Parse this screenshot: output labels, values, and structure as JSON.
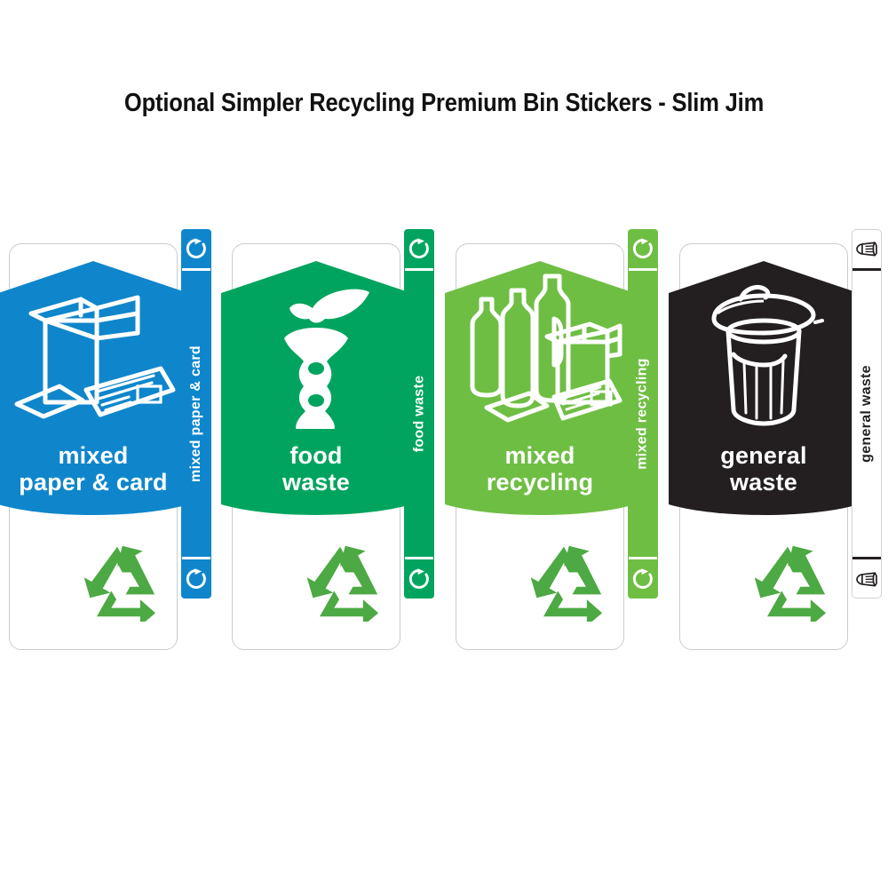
{
  "page": {
    "title": "Optional Simpler Recycling Premium Bin Stickers - Slim Jim",
    "background_color": "#ffffff",
    "title_color": "#111111"
  },
  "palette": {
    "mixed_paper_blue": "#0F86CC",
    "food_waste_green": "#01A45E",
    "mixed_recycling_green": "#6FBE44",
    "general_waste_black": "#231F20",
    "mobius_green": "#4CA943",
    "card_white": "#ffffff",
    "card_border": "#c9cccf"
  },
  "stickers": [
    {
      "id": "mixed-paper-and-card",
      "front_label_line1": "mixed",
      "front_label_line2": "paper & card",
      "side_label": "mixed paper & card",
      "color": "#0F86CC",
      "text_color": "#ffffff",
      "strip_color": "#0F86CC",
      "strip_text_color": "#ffffff",
      "strip_icon": "recycle-loop-icon",
      "pictogram": "cardboard-box-and-newspaper-icon",
      "mobius_icon": "mobius-recycle-loop-icon"
    },
    {
      "id": "food-waste",
      "front_label_line1": "food",
      "front_label_line2": "waste",
      "side_label": "food waste",
      "color": "#01A45E",
      "text_color": "#ffffff",
      "strip_color": "#01A45E",
      "strip_text_color": "#ffffff",
      "strip_icon": "recycle-loop-icon",
      "pictogram": "apple-core-icon",
      "mobius_icon": "mobius-recycle-loop-icon"
    },
    {
      "id": "mixed-recycling",
      "front_label_line1": "mixed",
      "front_label_line2": "recycling",
      "side_label": "mixed recycling",
      "color": "#6FBE44",
      "text_color": "#ffffff",
      "strip_color": "#6FBE44",
      "strip_text_color": "#ffffff",
      "strip_icon": "recycle-loop-icon",
      "pictogram": "bottles-box-and-newspaper-icon",
      "mobius_icon": "mobius-recycle-loop-icon"
    },
    {
      "id": "general-waste",
      "front_label_line1": "general",
      "front_label_line2": "waste",
      "side_label": "general waste",
      "color": "#231F20",
      "text_color": "#ffffff",
      "strip_color": "#ffffff",
      "strip_text_color": "#231F20",
      "strip_icon": "crumpled-waste-icon",
      "pictogram": "dustbin-icon",
      "mobius_icon": "mobius-recycle-loop-icon"
    }
  ]
}
